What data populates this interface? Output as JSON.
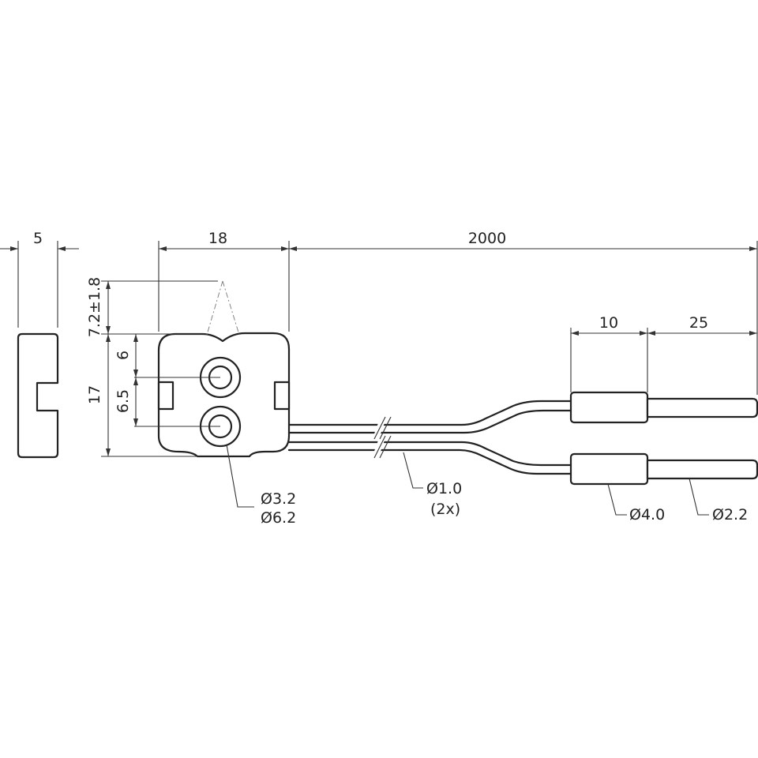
{
  "dimensions": {
    "side_width": "5",
    "body_width": "18",
    "cable_length": "2000",
    "sleeve_length": "10",
    "pin_length": "25",
    "top_offset": "7.2±1.8",
    "hole_top": "6",
    "hole_spacing": "6.5",
    "body_height": "17"
  },
  "callouts": {
    "hole_inner": "Ø3.2",
    "hole_outer": "Ø6.2",
    "wire_diameter": "Ø1.0",
    "wire_count": "(2x)",
    "sleeve_diameter": "Ø4.0",
    "pin_diameter": "Ø2.2"
  },
  "colors": {
    "line": "#222222",
    "background": "#ffffff"
  }
}
